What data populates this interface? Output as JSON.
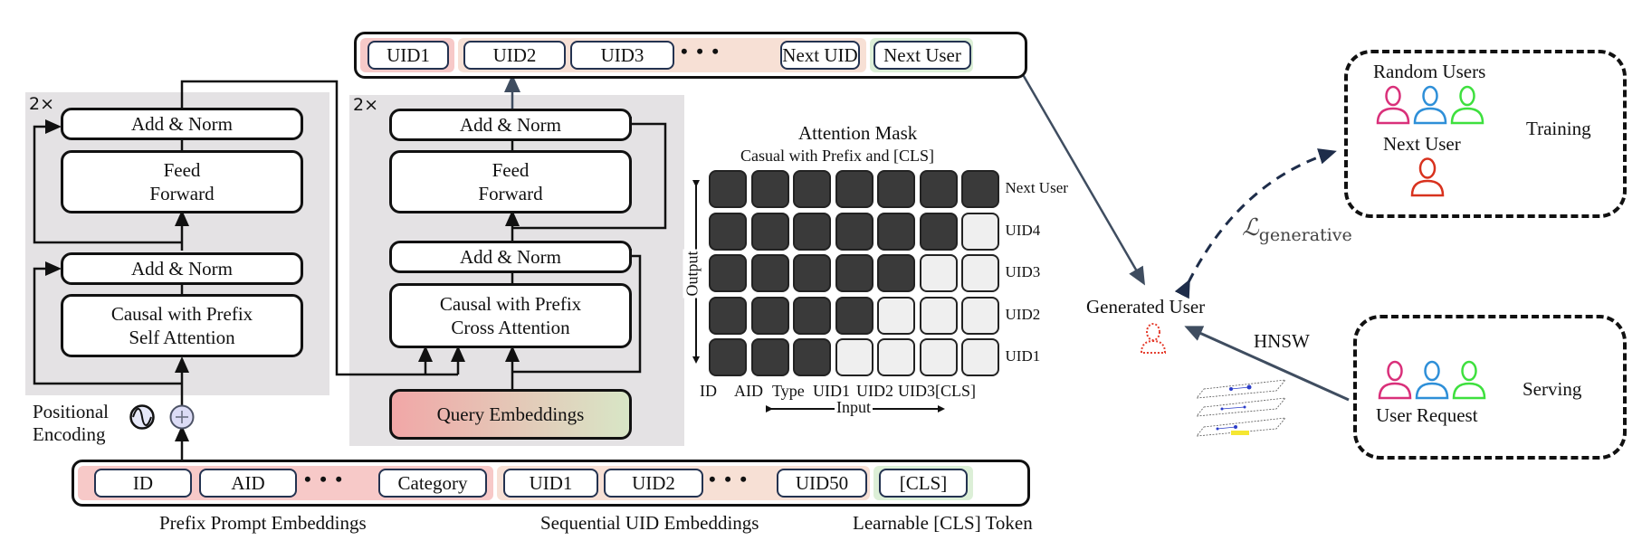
{
  "encoder": {
    "repeat": "2×",
    "add_norm_top": "Add & Norm",
    "feed_forward": "Feed\nForward",
    "add_norm_bottom": "Add & Norm",
    "attention": "Causal with Prefix\nSelf Attention",
    "positional_encoding": "Positional\nEncoding"
  },
  "decoder": {
    "repeat": "2×",
    "add_norm_top": "Add & Norm",
    "feed_forward": "Feed\nForward",
    "add_norm_bottom": "Add & Norm",
    "attention": "Causal with Prefix\nCross Attention",
    "query": "Query Embeddings"
  },
  "output_tokens": {
    "groups": [
      {
        "name": "prefix",
        "color": "#f7c9c8",
        "tokens": [
          "UID1"
        ]
      },
      {
        "name": "sequential",
        "color": "#f7e0d5",
        "tokens": [
          "UID2",
          "UID3",
          "Next UID"
        ]
      },
      {
        "name": "cls",
        "color": "#dcefd7",
        "tokens": [
          "Next User"
        ]
      }
    ],
    "ellipsis": "• • •"
  },
  "input_tokens": {
    "groups": [
      {
        "name": "prefix",
        "color": "#f7c9c8",
        "tokens": [
          "ID",
          "AID",
          "Category"
        ],
        "caption": "Prefix Prompt Embeddings"
      },
      {
        "name": "sequential",
        "color": "#f7e0d5",
        "tokens": [
          "UID1",
          "UID2",
          "UID50"
        ],
        "caption": "Sequential UID Embeddings"
      },
      {
        "name": "cls",
        "color": "#dcefd7",
        "tokens": [
          "[CLS]"
        ],
        "caption": "Learnable [CLS] Token"
      }
    ],
    "ellipsis": "• • •"
  },
  "attention_mask": {
    "title": "Attention Mask",
    "subtitle": "Casual with Prefix and [CLS]",
    "columns": [
      "ID",
      "AID",
      "Type",
      "UID1",
      "UID2",
      "UID3",
      "[CLS]"
    ],
    "rows": [
      "Next User",
      "UID4",
      "UID3",
      "UID2",
      "UID1"
    ],
    "matrix": [
      [
        1,
        1,
        1,
        1,
        1,
        1,
        1
      ],
      [
        1,
        1,
        1,
        1,
        1,
        1,
        0
      ],
      [
        1,
        1,
        1,
        1,
        1,
        0,
        0
      ],
      [
        1,
        1,
        1,
        1,
        0,
        0,
        0
      ],
      [
        1,
        1,
        1,
        0,
        0,
        0,
        0
      ]
    ],
    "x_axis": "Input",
    "y_axis": "Output"
  },
  "generated_user": {
    "label": "Generated User",
    "loss_label": "ℒ",
    "loss_subscript": "generative",
    "hnsw_label": "HNSW"
  },
  "training": {
    "random_users": "Random Users",
    "next_user": "Next User",
    "label": "Training",
    "user_colors": [
      "#d9307a",
      "#2e8fd8",
      "#3ee03e"
    ],
    "next_user_color": "#d8321e"
  },
  "serving": {
    "user_request": "User Request",
    "label": "Serving",
    "user_colors": [
      "#d9307a",
      "#2e8fd8",
      "#3ee03e"
    ]
  }
}
